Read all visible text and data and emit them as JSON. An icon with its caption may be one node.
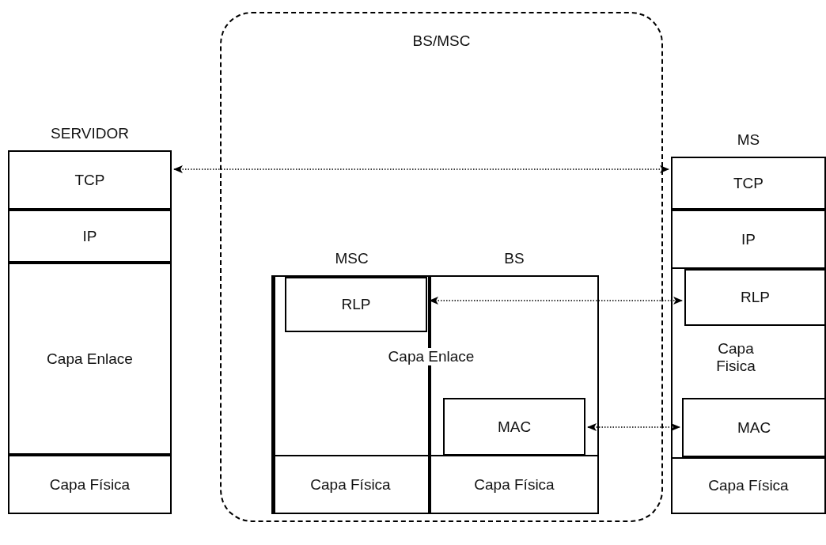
{
  "diagram": {
    "nodes": [
      {
        "text": [
          "BS/MSC"
        ]
      },
      {
        "text": [
          "SERVIDOR"
        ]
      },
      {
        "text": [
          "TCP"
        ],
        "in": 1
      },
      {
        "text": [
          "IP"
        ],
        "in": 1
      },
      {
        "text": [
          "Capa Enlace"
        ],
        "in": 1
      },
      {
        "text": [
          "Capa Física"
        ],
        "in": 1
      },
      {
        "text": [
          "MSC"
        ],
        "in": 0
      },
      {
        "text": [
          "RLP"
        ],
        "in": 6
      },
      {
        "text": [
          "Capa Física"
        ],
        "in": 6
      },
      {
        "text": [
          "BS"
        ],
        "in": 0
      },
      {
        "text": [
          "MAC"
        ],
        "in": 9
      },
      {
        "text": [
          "Capa Física"
        ],
        "in": 9
      },
      {
        "text": [
          "MS"
        ]
      },
      {
        "text": [
          "TCP"
        ],
        "in": 12
      },
      {
        "text": [
          "IP"
        ],
        "in": 12
      },
      {
        "text": [
          "RLP"
        ],
        "in": 12
      },
      {
        "text": [
          "MAC"
        ],
        "in": 12
      },
      {
        "text": [
          "Capa Física"
        ],
        "in": 12
      }
    ],
    "edges": [
      {
        "from": 2,
        "to": 13,
        "arrow": "both"
      },
      {
        "from": 7,
        "to": 15,
        "arrow": "both"
      },
      {
        "from": 10,
        "to": 16,
        "arrow": "both"
      }
    ],
    "labels": [
      "Capa Enlace",
      "Capa Fisica"
    ]
  }
}
